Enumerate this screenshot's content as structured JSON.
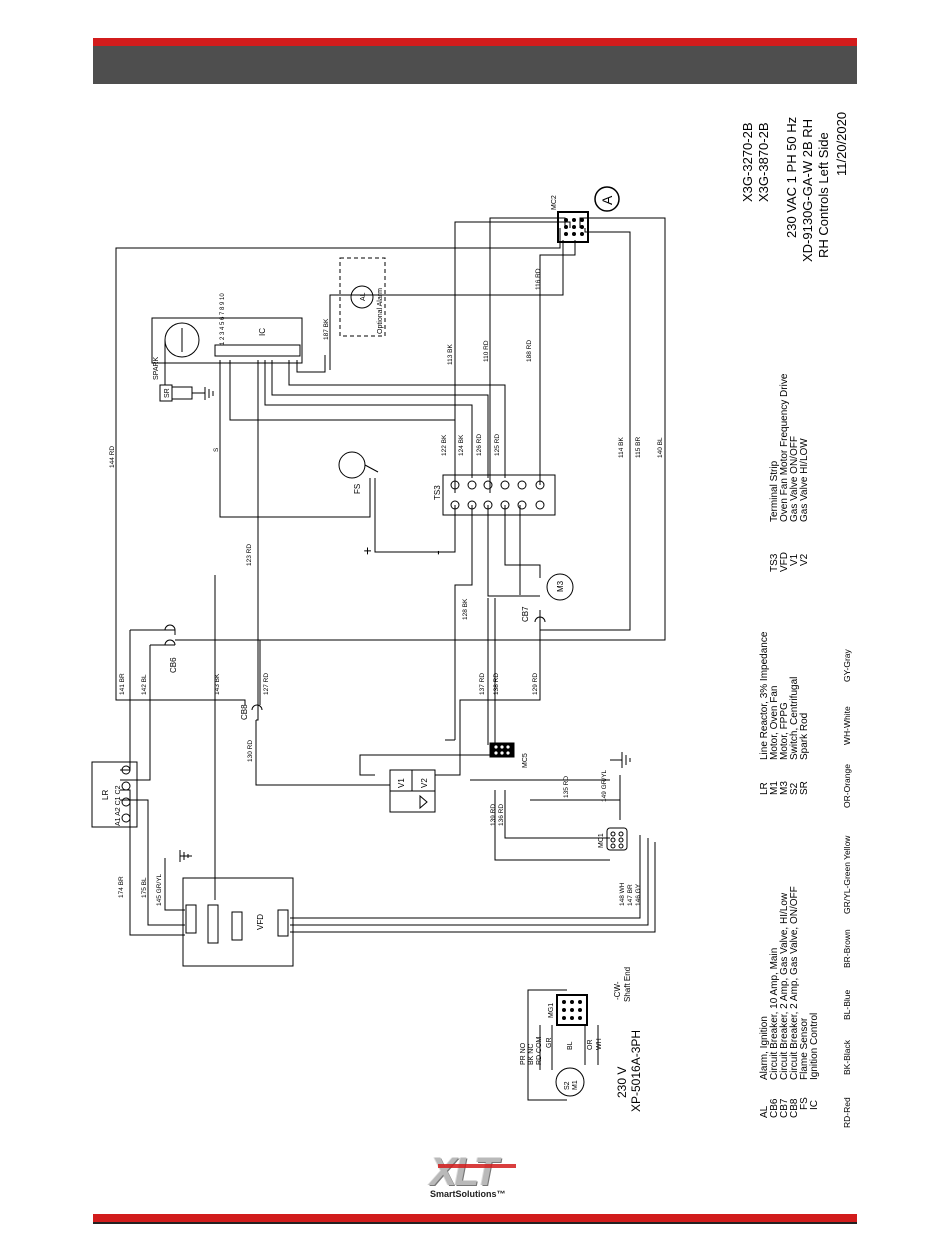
{
  "header": {
    "models": [
      "X3G-3270-2B",
      "X3G-3870-2B"
    ],
    "specs": [
      "230 VAC 1 PH 50 Hz",
      "XD-9130G-GA-W 2B RH",
      "RH Controls Left Side",
      "11/20/2020"
    ]
  },
  "colors": {
    "accent_red": "#d21c1c",
    "bar_gray": "#4e4e4e",
    "wire": "#000000"
  },
  "components": {
    "ic": "IC",
    "ic_terminals": "1 2 3 4 5 6 7 8 9 10",
    "spark": "SPARK",
    "sr": "SR",
    "alarm": "AL",
    "optional_alarm": "Optional Alarm",
    "mc2": "MC2",
    "alarm_a": "A",
    "fs": "FS",
    "ts3": "TS3",
    "m3": "M3",
    "cb6": "CB6",
    "cb7": "CB7",
    "cb8": "CB8",
    "mc5": "MC5",
    "v1": "V1",
    "v2": "V2",
    "lr": "LR",
    "lr_terms": "A1 A2 C1 C2",
    "mc1": "MC1",
    "vfd": "VFD",
    "mg1": "MG1"
  },
  "wires": {
    "w187": "187 BK",
    "w113": "113 BK",
    "w110": "110 RD",
    "w188": "188 RD",
    "w116": "116 RD",
    "w144": "144 RD",
    "s": "S",
    "w122": "122 BK",
    "w124": "124 BK",
    "w126": "126 RD",
    "w125": "125 RD",
    "w114": "114 BK",
    "w115": "115 BR",
    "w140": "140 BL",
    "w123": "123 RD",
    "w128": "128 BK",
    "w141": "141 BR",
    "w142": "142 BL",
    "w143": "143 BK",
    "w127": "127 RD",
    "w137": "137 RD",
    "w138": "138 RD",
    "w129": "129 RD",
    "w130": "130 RD",
    "w135": "135 RD",
    "w149": "149 GR/YL",
    "w139": "139 RD",
    "w136": "136 RD",
    "w174": "174 BR",
    "w175": "175 BL",
    "w145": "145 GR/YL",
    "w148": "148 WH",
    "w147": "147 BR",
    "w146": "146 GY",
    "plus": "+",
    "minus": "-"
  },
  "motor": {
    "voltage": "230 V",
    "model": "XP-5016A-3PH",
    "rotation": "-CW-",
    "shaft": "Shaft End",
    "pr_no": "PR NO",
    "bk_nc": "BK NC",
    "rd_com": "RD COM",
    "gr": "GR",
    "bl": "BL",
    "or": "OR",
    "wh": "WH",
    "s2": "S2",
    "m1": "M1"
  },
  "legend_left": [
    {
      "code": "AL",
      "desc": "Alarm, Ignition"
    },
    {
      "code": "CB6",
      "desc": "Circuit Breaker, 10 Amp, Main"
    },
    {
      "code": "CB7",
      "desc": "Circuit Breaker, 2 Amp, Gas Valve, HI/Low"
    },
    {
      "code": "CB8",
      "desc": "Circuit Breaker, 2 Amp, Gas Valve, ON/OFF"
    },
    {
      "code": "FS",
      "desc": "Flame Sensor"
    },
    {
      "code": "IC",
      "desc": "Ignition Control"
    }
  ],
  "legend_mid": [
    {
      "code": "LR",
      "desc": "Line Reactor, 3% Impedance"
    },
    {
      "code": "M1",
      "desc": "Motor, Oven Fan"
    },
    {
      "code": "M3",
      "desc": "Motor, FPPG"
    },
    {
      "code": "S2",
      "desc": "Switch, Centrifugal"
    },
    {
      "code": "SR",
      "desc": "Spark Rod"
    }
  ],
  "legend_right": [
    {
      "code": "TS3",
      "desc": "Terminal Strip"
    },
    {
      "code": "VFD",
      "desc": "Oven Fan Motor Frequency Drive"
    },
    {
      "code": "V1",
      "desc": "Gas Valve ON/OFF"
    },
    {
      "code": "V2",
      "desc": "Gas Valve HI/LOW"
    }
  ],
  "color_codes": [
    "RD-Red",
    "BK-Black",
    "BL-Blue",
    "BR-Brown",
    "GR/YL-Green Yellow",
    "OR-Orange",
    "WH-White",
    "GY-Gray"
  ],
  "logo": {
    "brand": "XLT",
    "tagline": "SmartSolutions™"
  }
}
